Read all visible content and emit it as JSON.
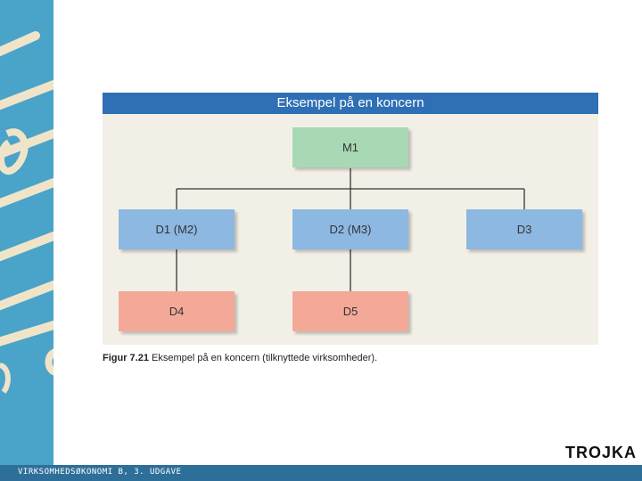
{
  "figure": {
    "header": "Eksempel på en koncern",
    "nodes": {
      "m1": "M1",
      "d1": "D1 (M2)",
      "d2": "D2 (M3)",
      "d3": "D3",
      "d4": "D4",
      "d5": "D5"
    },
    "edges": [
      [
        "M1",
        "D1 (M2)"
      ],
      [
        "M1",
        "D2 (M3)"
      ],
      [
        "M1",
        "D3"
      ],
      [
        "D1 (M2)",
        "D4"
      ],
      [
        "D2 (M3)",
        "D5"
      ]
    ]
  },
  "caption": {
    "label": "Figur 7.21",
    "text": " Eksempel på en koncern (tilknyttede virksomheder)."
  },
  "footer": "VIRKSOMHEDSØKONOMI B, 3. UDGAVE",
  "brand": "TROJKA",
  "colors": {
    "header": "#2f6fb5",
    "parent": "#a8d8b4",
    "subsidiary": "#8cb8e2",
    "sub_subsidiary": "#f4a998",
    "side_band": "#4aa3c9"
  }
}
